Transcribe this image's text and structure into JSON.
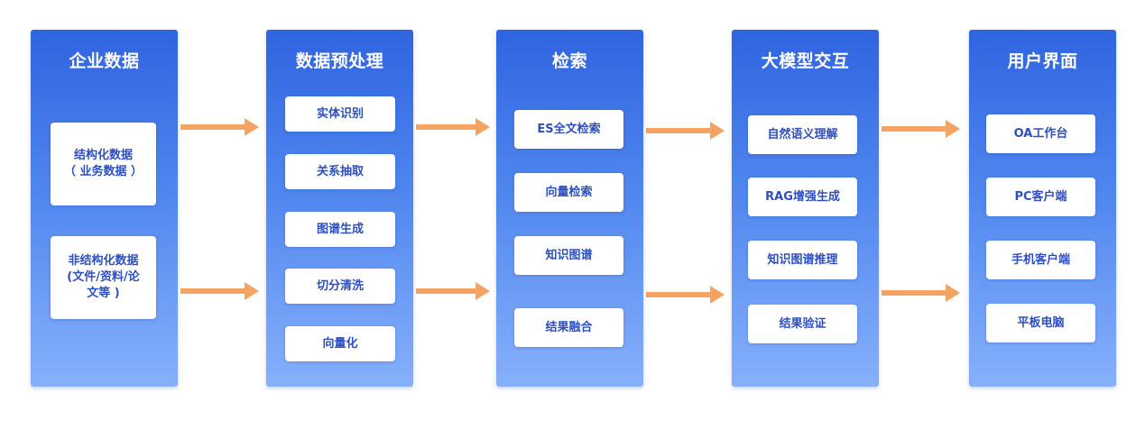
{
  "columns": [
    {
      "title": "企业数据",
      "items": [
        "结构化数据\n（ 业务数据 ）",
        "非结构化数据\n(文件/资料/论\n文等 )"
      ]
    },
    {
      "title": "数据预处理",
      "items": [
        "实体识别",
        "关系抽取",
        "图谱生成",
        "切分清洗",
        "向量化"
      ]
    },
    {
      "title": "检索",
      "items": [
        "ES全文检索",
        "向量检索",
        "知识图谱",
        "结果融合"
      ]
    },
    {
      "title": "大模型交互",
      "items": [
        "自然语义理解",
        "RAG增强生成",
        "知识图谱推理",
        "结果验证"
      ]
    },
    {
      "title": "用户界面",
      "items": [
        "OA工作台",
        "PC客户端",
        "手机客户端",
        "平板电脑"
      ]
    }
  ],
  "colors": {
    "column_top": "#2f64e0",
    "column_bottom": "#86b0fb",
    "box_text": "#2d4fc0",
    "arrow": "#f4a363"
  }
}
